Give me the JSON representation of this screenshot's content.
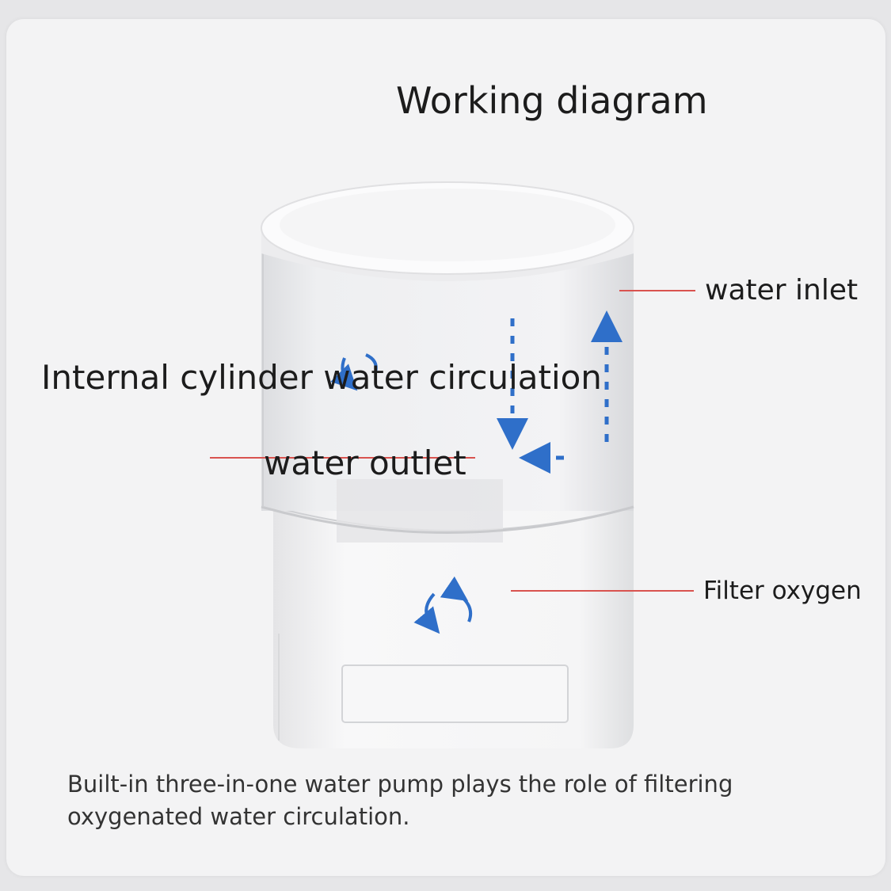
{
  "title": "Working diagram",
  "labels": {
    "water_inlet": "water inlet",
    "internal_circulation": "Internal cylinder water circulation",
    "water_outlet": "water outlet",
    "filter_oxygen": "Filter oxygen"
  },
  "caption": {
    "line1": "Built-in three-in-one water pump plays the role of filtering",
    "line2": "oxygenated water circulation."
  },
  "colors": {
    "leader_line": "#d9534f",
    "flow_arrow": "#2f6fc9",
    "device_white": "#ffffff"
  },
  "icons": [
    "circular-flow-icon",
    "flow-arrow-icon"
  ]
}
